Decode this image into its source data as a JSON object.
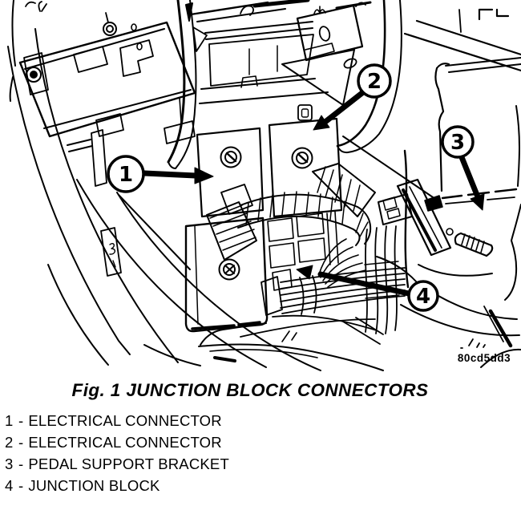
{
  "figure": {
    "caption": "Fig. 1 JUNCTION BLOCK CONNECTORS",
    "image_code": "80cd5dd3",
    "separator": "-",
    "callouts": {
      "c1": {
        "number": "1",
        "label": "ELECTRICAL CONNECTOR"
      },
      "c2": {
        "number": "2",
        "label": "ELECTRICAL CONNECTOR"
      },
      "c3": {
        "number": "3",
        "label": "PEDAL SUPPORT BRACKET"
      },
      "c4": {
        "number": "4",
        "label": "JUNCTION BLOCK"
      }
    },
    "colors": {
      "ink": "#000000",
      "paper": "#ffffff"
    }
  }
}
